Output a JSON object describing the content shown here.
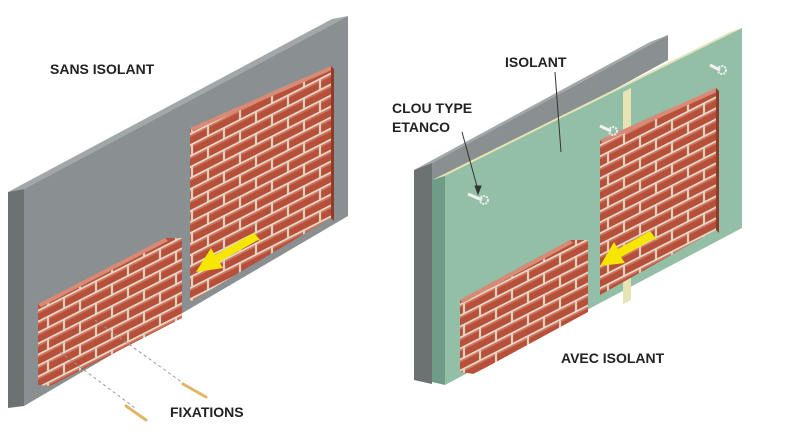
{
  "labels": {
    "without_insulation": "SANS ISOLANT",
    "fixings": "FIXATIONS",
    "insulation": "ISOLANT",
    "nail_line1": "CLOU TYPE",
    "nail_line2": "ETANCO",
    "with_insulation": "AVEC ISOLANT"
  },
  "colors": {
    "wall_front": "#8a9091",
    "wall_top": "#a2a8a9",
    "wall_side": "#6c7172",
    "insulation_front": "#94bfa7",
    "insulation_edge": "#e6e4b4",
    "brick": "#b6503a",
    "brick_top": "#cf7560",
    "mortar": "#e4d9c7",
    "arrow": "#f7e600"
  }
}
